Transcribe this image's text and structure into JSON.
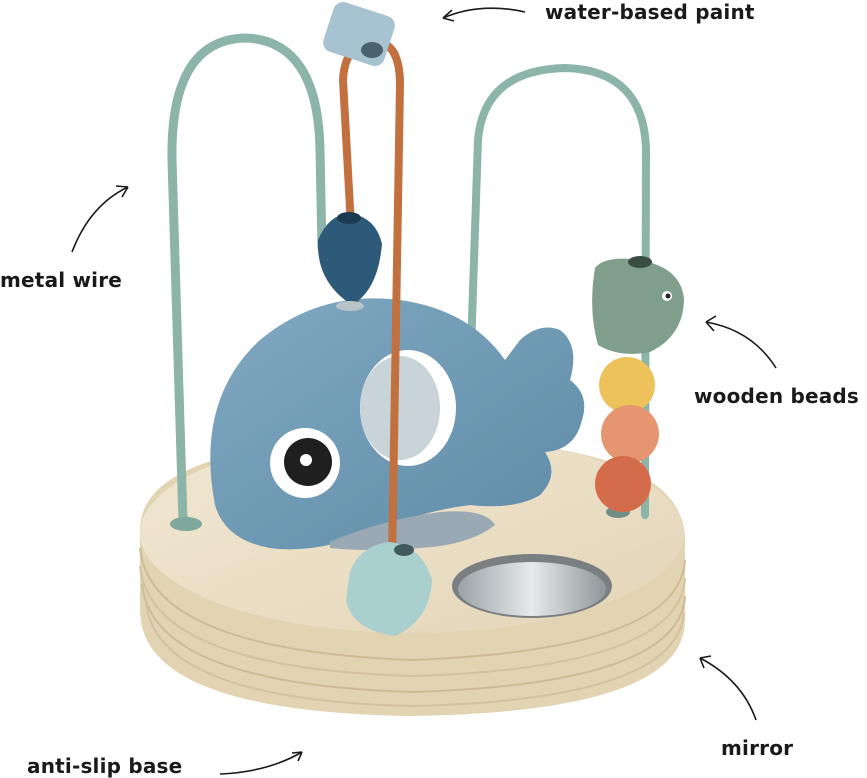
{
  "callouts": {
    "water_based_paint": "water-based paint",
    "metal_wire": "metal wire",
    "wooden_beads": "wooden beads",
    "mirror": "mirror",
    "anti_slip_base": "anti-slip base"
  },
  "colors": {
    "background": "#ffffff",
    "base_wood": "#e8dcc4",
    "base_edge": "#d8c9a8",
    "whale": "#6f9bb6",
    "whale_dark": "#5a86a2",
    "wire_green": "#8cb4a8",
    "wire_orange": "#c2703e",
    "bead_navy": "#2e5a7a",
    "bead_mint": "#a9cfcf",
    "bead_sage": "#7f9f8c",
    "bead_yellow": "#edc25a",
    "bead_salmon": "#e69571",
    "bead_terracotta": "#d46b4a",
    "mirror": "#cfd3d6",
    "text": "#1a1a1a"
  }
}
